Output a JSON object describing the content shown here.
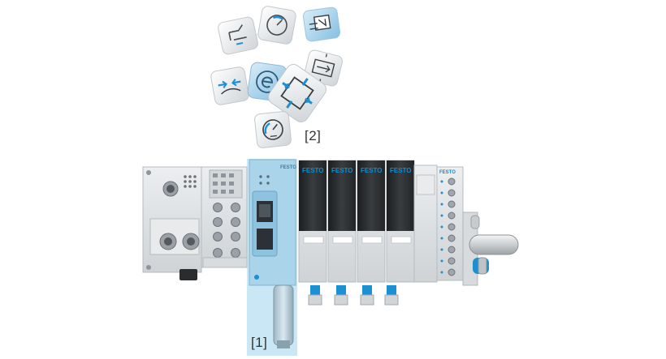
{
  "callouts": {
    "module_1": "[1]",
    "app_tiles_2": "[2]"
  },
  "brand": {
    "name": "FESTO",
    "color": "#0091dc"
  },
  "colors": {
    "highlight": "#bfe3f2",
    "module_blue": "#a9d4ea",
    "body_grey": "#e3e5e7",
    "body_dark": "#2e3134",
    "accent_blue": "#1d8fd3"
  },
  "app_tiles": [
    {
      "icon": "valve-pressure-icon"
    },
    {
      "icon": "rotary-gauge-icon"
    },
    {
      "icon": "flow-channel-icon"
    },
    {
      "icon": "proportional-valve-icon"
    },
    {
      "icon": "leak-detection-icon"
    },
    {
      "icon": "eco-e-icon"
    },
    {
      "icon": "cross-arrows-icon"
    },
    {
      "icon": "speed-dial-icon"
    },
    {
      "icon": "rotary-gauge-icon"
    }
  ]
}
